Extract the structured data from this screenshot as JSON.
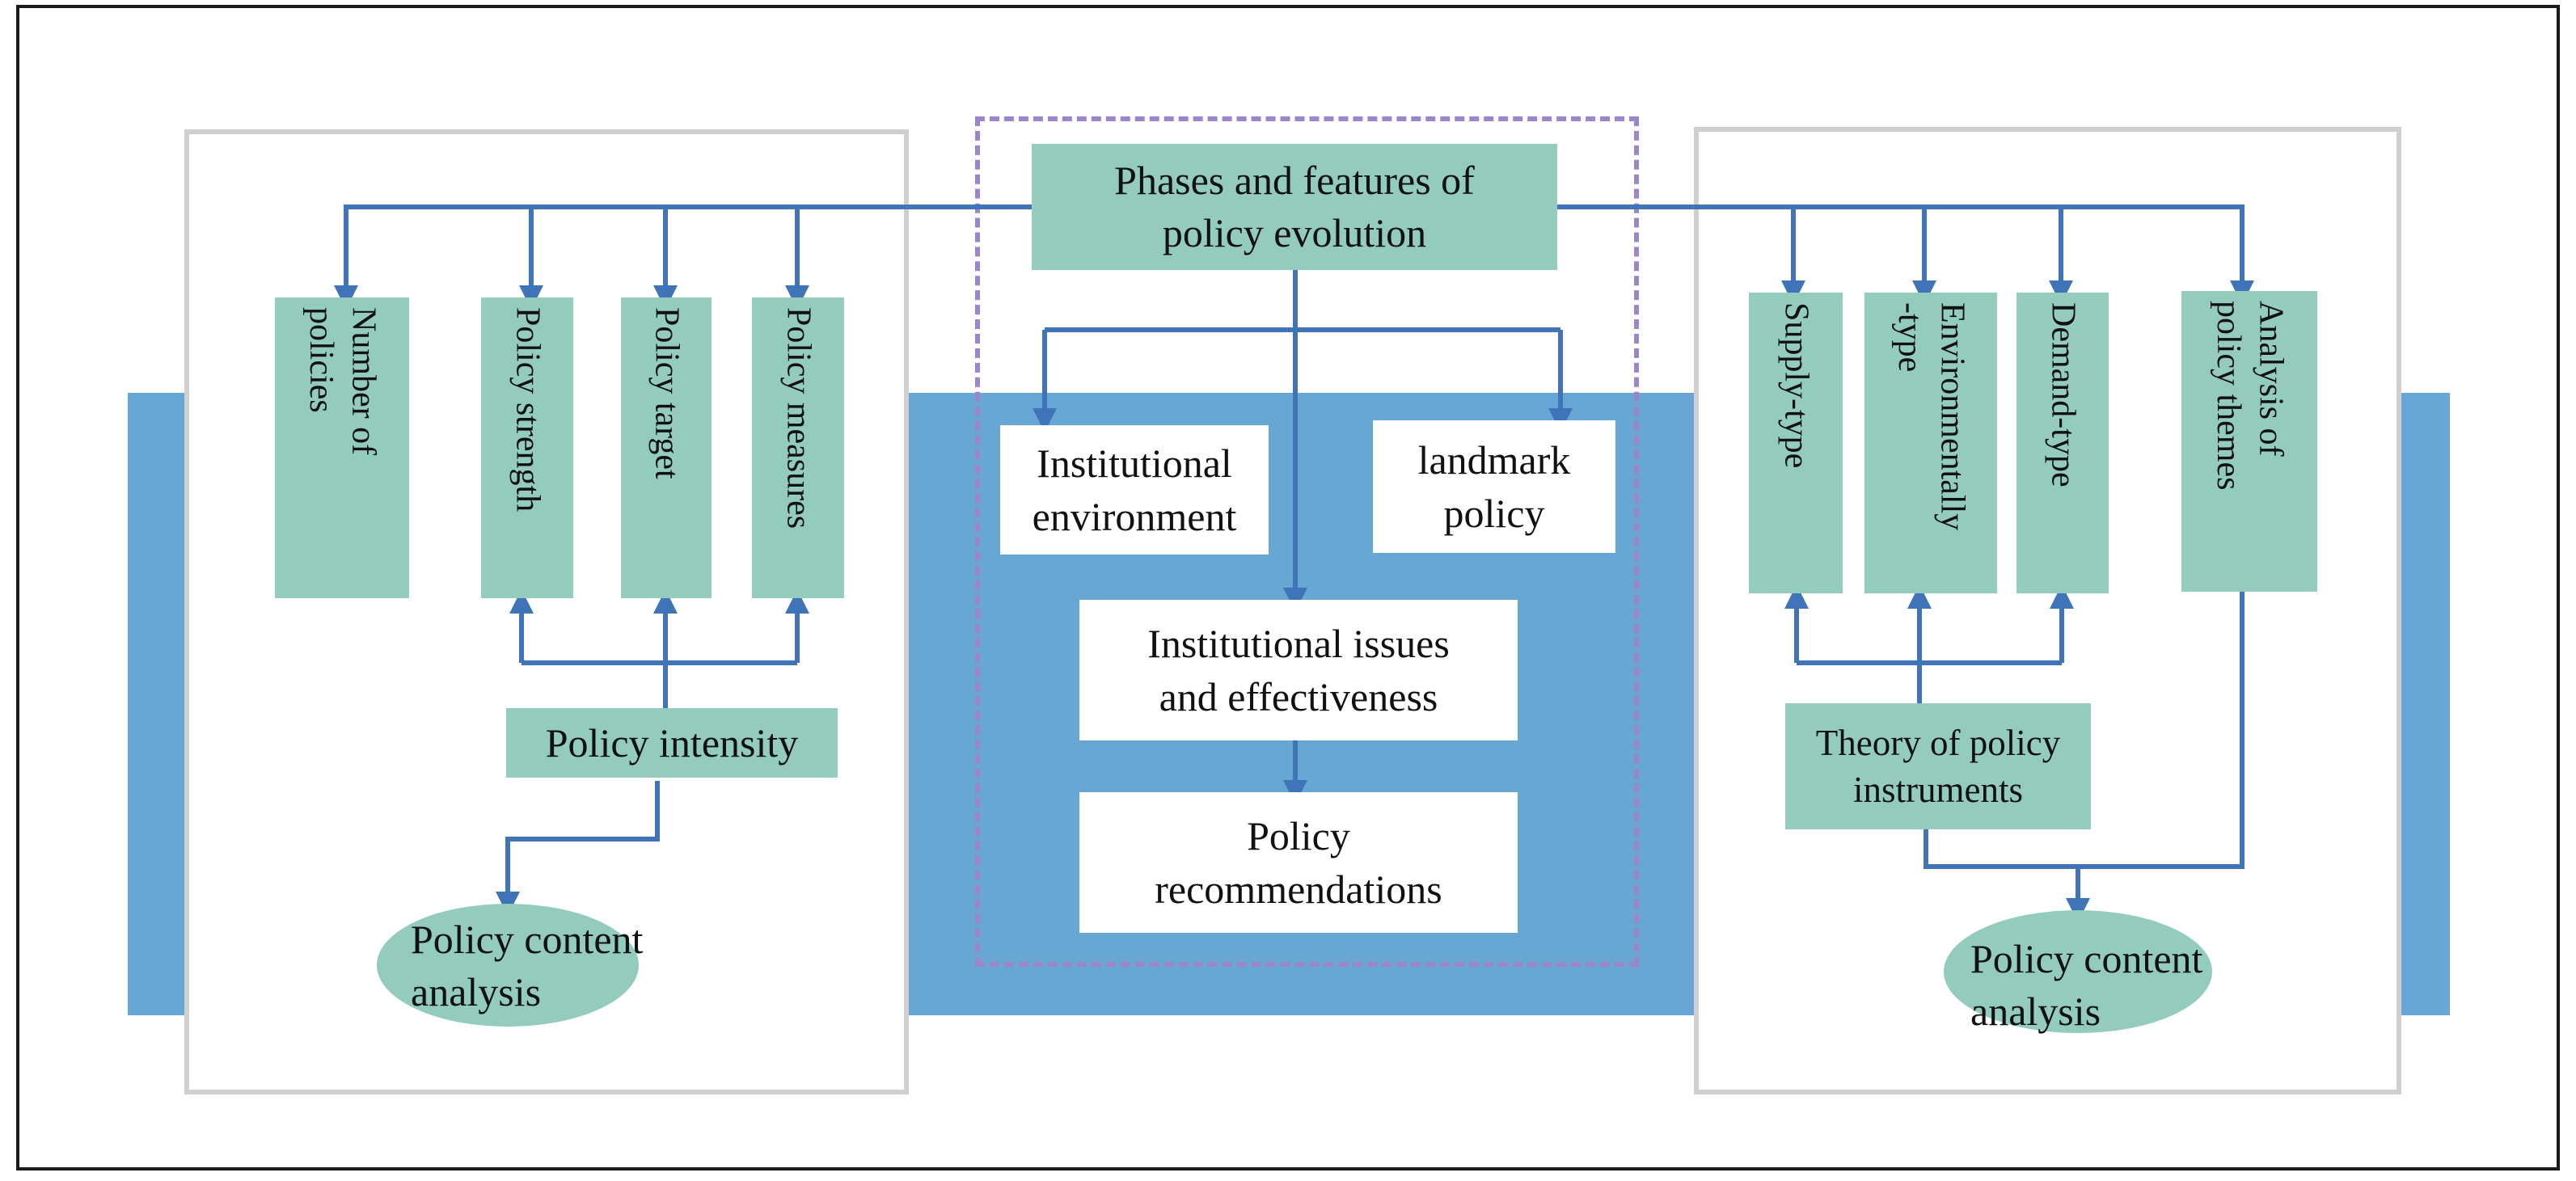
{
  "center": {
    "title": "Phases and features of\npolicy evolution",
    "institutional_environment": "Institutional\nenvironment",
    "landmark_policy": "landmark\npolicy",
    "issues": "Institutional issues\nand effectiveness",
    "recommendations": "Policy\nrecommendations"
  },
  "left": {
    "columns": [
      "Number of\npolicies",
      "Policy strength",
      "Policy target",
      "Policy measures"
    ],
    "intensity": "Policy intensity",
    "content_analysis": "Policy content\nanalysis"
  },
  "right": {
    "columns": [
      "Supply-type",
      "Environmentally\n-type",
      "Demand-type",
      "Analysis of\npolicy themes"
    ],
    "theory": "Theory of policy\ninstruments",
    "content_analysis": "Policy content\nanalysis"
  },
  "colors": {
    "box_fill": "#93ccbd",
    "band_fill": "#68a7d4",
    "connector": "#3f74b8",
    "dashed_border": "#9a86c9",
    "panel_border": "#cfcfcf"
  }
}
